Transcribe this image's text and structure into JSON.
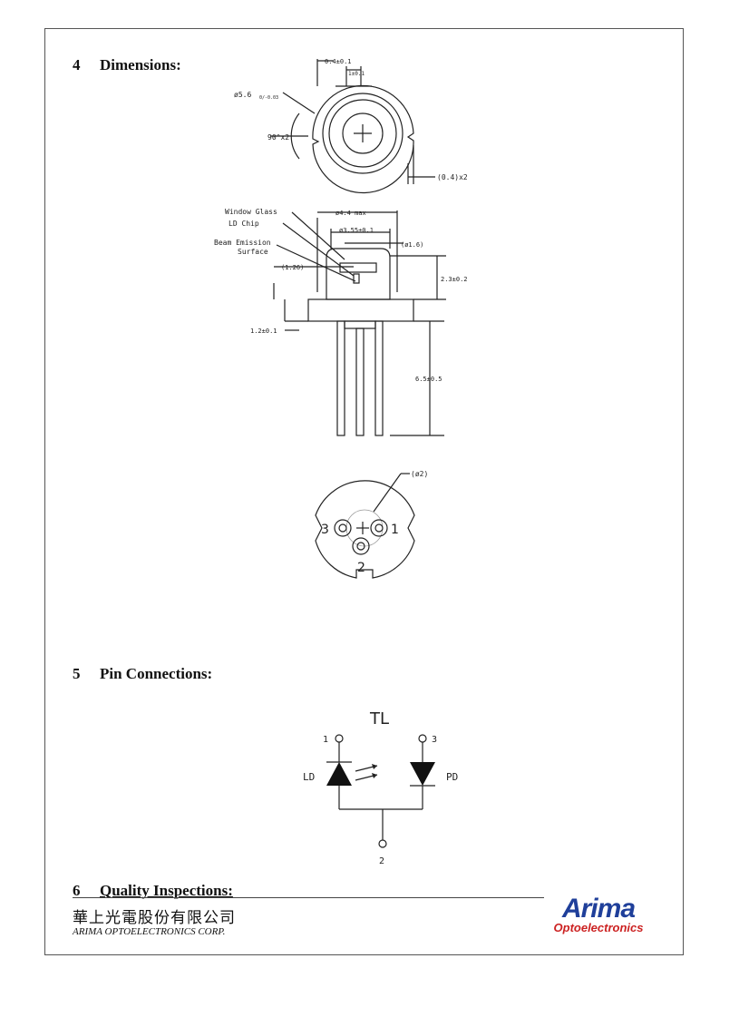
{
  "sections": {
    "dimensions": {
      "number": "4",
      "title": "Dimensions:"
    },
    "pins": {
      "number": "5",
      "title": "Pin Connections:"
    },
    "quality": {
      "number": "6",
      "title": "Quality Inspections:"
    }
  },
  "top_view": {
    "dim_width": "0.4±0.1",
    "dim_pitch": "1±0.1",
    "dim_diameter": "ø5.6",
    "dim_diameter_tol": "0/-0.03",
    "dim_angle": "90°x2",
    "dim_notch": "(0.4)x2"
  },
  "side_view": {
    "label_window": "Window Glass",
    "label_ld": "LD Chip",
    "label_beam_1": "Beam Emission",
    "label_beam_2": "Surface",
    "dim_cap": "ø4.4 max",
    "dim_body": "ø3.55±0.1",
    "dim_window": "(ø1.6)",
    "dim_emission": "(1.26)",
    "dim_height": "2.3±0.2",
    "dim_flange": "1.2±0.1",
    "dim_leads": "6.5±0.5"
  },
  "bottom_view": {
    "dim_circle": "(ø2)",
    "pin_1": "1",
    "pin_2": "2",
    "pin_3": "3"
  },
  "schematic": {
    "title": "TL",
    "pin_1": "1",
    "pin_2": "2",
    "pin_3": "3",
    "label_ld": "LD",
    "label_pd": "PD"
  },
  "footer": {
    "company_cn": "華上光電股份有限公司",
    "company_en": "ARIMA OPTOELECTRONICS CORP.",
    "logo_main": "Arima",
    "logo_sub": "Optoelectronics",
    "logo_color": "#1f3f9a",
    "logo_sub_color": "#cc2222"
  }
}
